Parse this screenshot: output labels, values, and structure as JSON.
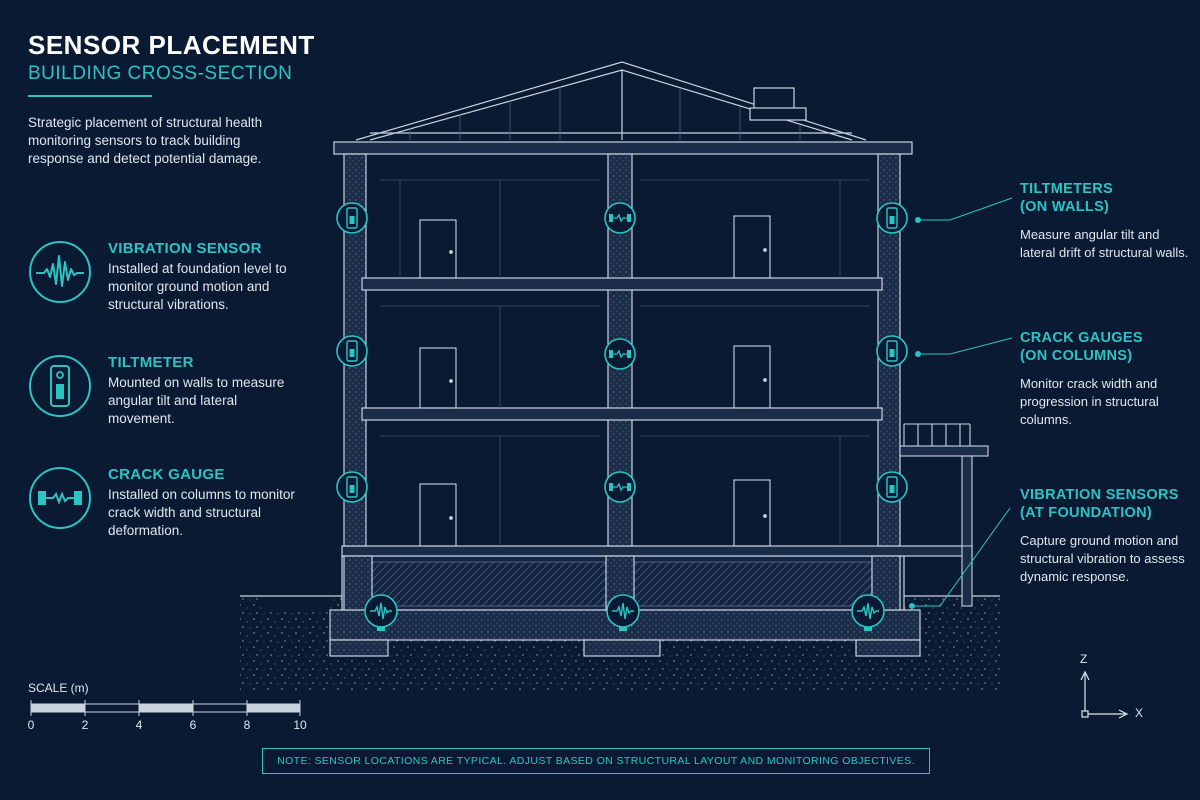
{
  "header": {
    "title": "SENSOR PLACEMENT",
    "subtitle": "BUILDING CROSS-SECTION",
    "intro": "Strategic placement of structural health monitoring sensors to track building response and detect potential damage."
  },
  "legend": [
    {
      "icon": "vibration-sensor-icon",
      "title": "VIBRATION SENSOR",
      "description": "Installed at foundation level to monitor ground motion and structural vibrations."
    },
    {
      "icon": "tiltmeter-icon",
      "title": "TILTMETER",
      "description": "Mounted on walls to measure angular tilt and lateral movement."
    },
    {
      "icon": "crack-gauge-icon",
      "title": "CRACK GAUGE",
      "description": "Installed on columns to monitor crack width and structural deformation."
    }
  ],
  "callouts": [
    {
      "title": "TILTMETERS",
      "subtitle": "(ON WALLS)",
      "description": "Measure angular tilt and lateral drift of structural walls."
    },
    {
      "title": "CRACK GAUGES",
      "subtitle": "(ON COLUMNS)",
      "description": "Monitor crack width and progression in structural columns."
    },
    {
      "title": "VIBRATION SENSORS",
      "subtitle": "(AT FOUNDATION)",
      "description": "Capture ground motion and structural vibration to assess dynamic response."
    }
  ],
  "scale": {
    "label": "SCALE (m)",
    "ticks": [
      "0",
      "2",
      "4",
      "6",
      "8",
      "10"
    ]
  },
  "axes": {
    "z": "Z",
    "x": "X"
  },
  "note": "NOTE: SENSOR LOCATIONS ARE TYPICAL. ADJUST BASED ON STRUCTURAL LAYOUT AND MONITORING OBJECTIVES.",
  "colors": {
    "background": "#0b1a33",
    "accent": "#2bc4c4",
    "text": "#dfe6ee",
    "line": "#c9d3de"
  }
}
